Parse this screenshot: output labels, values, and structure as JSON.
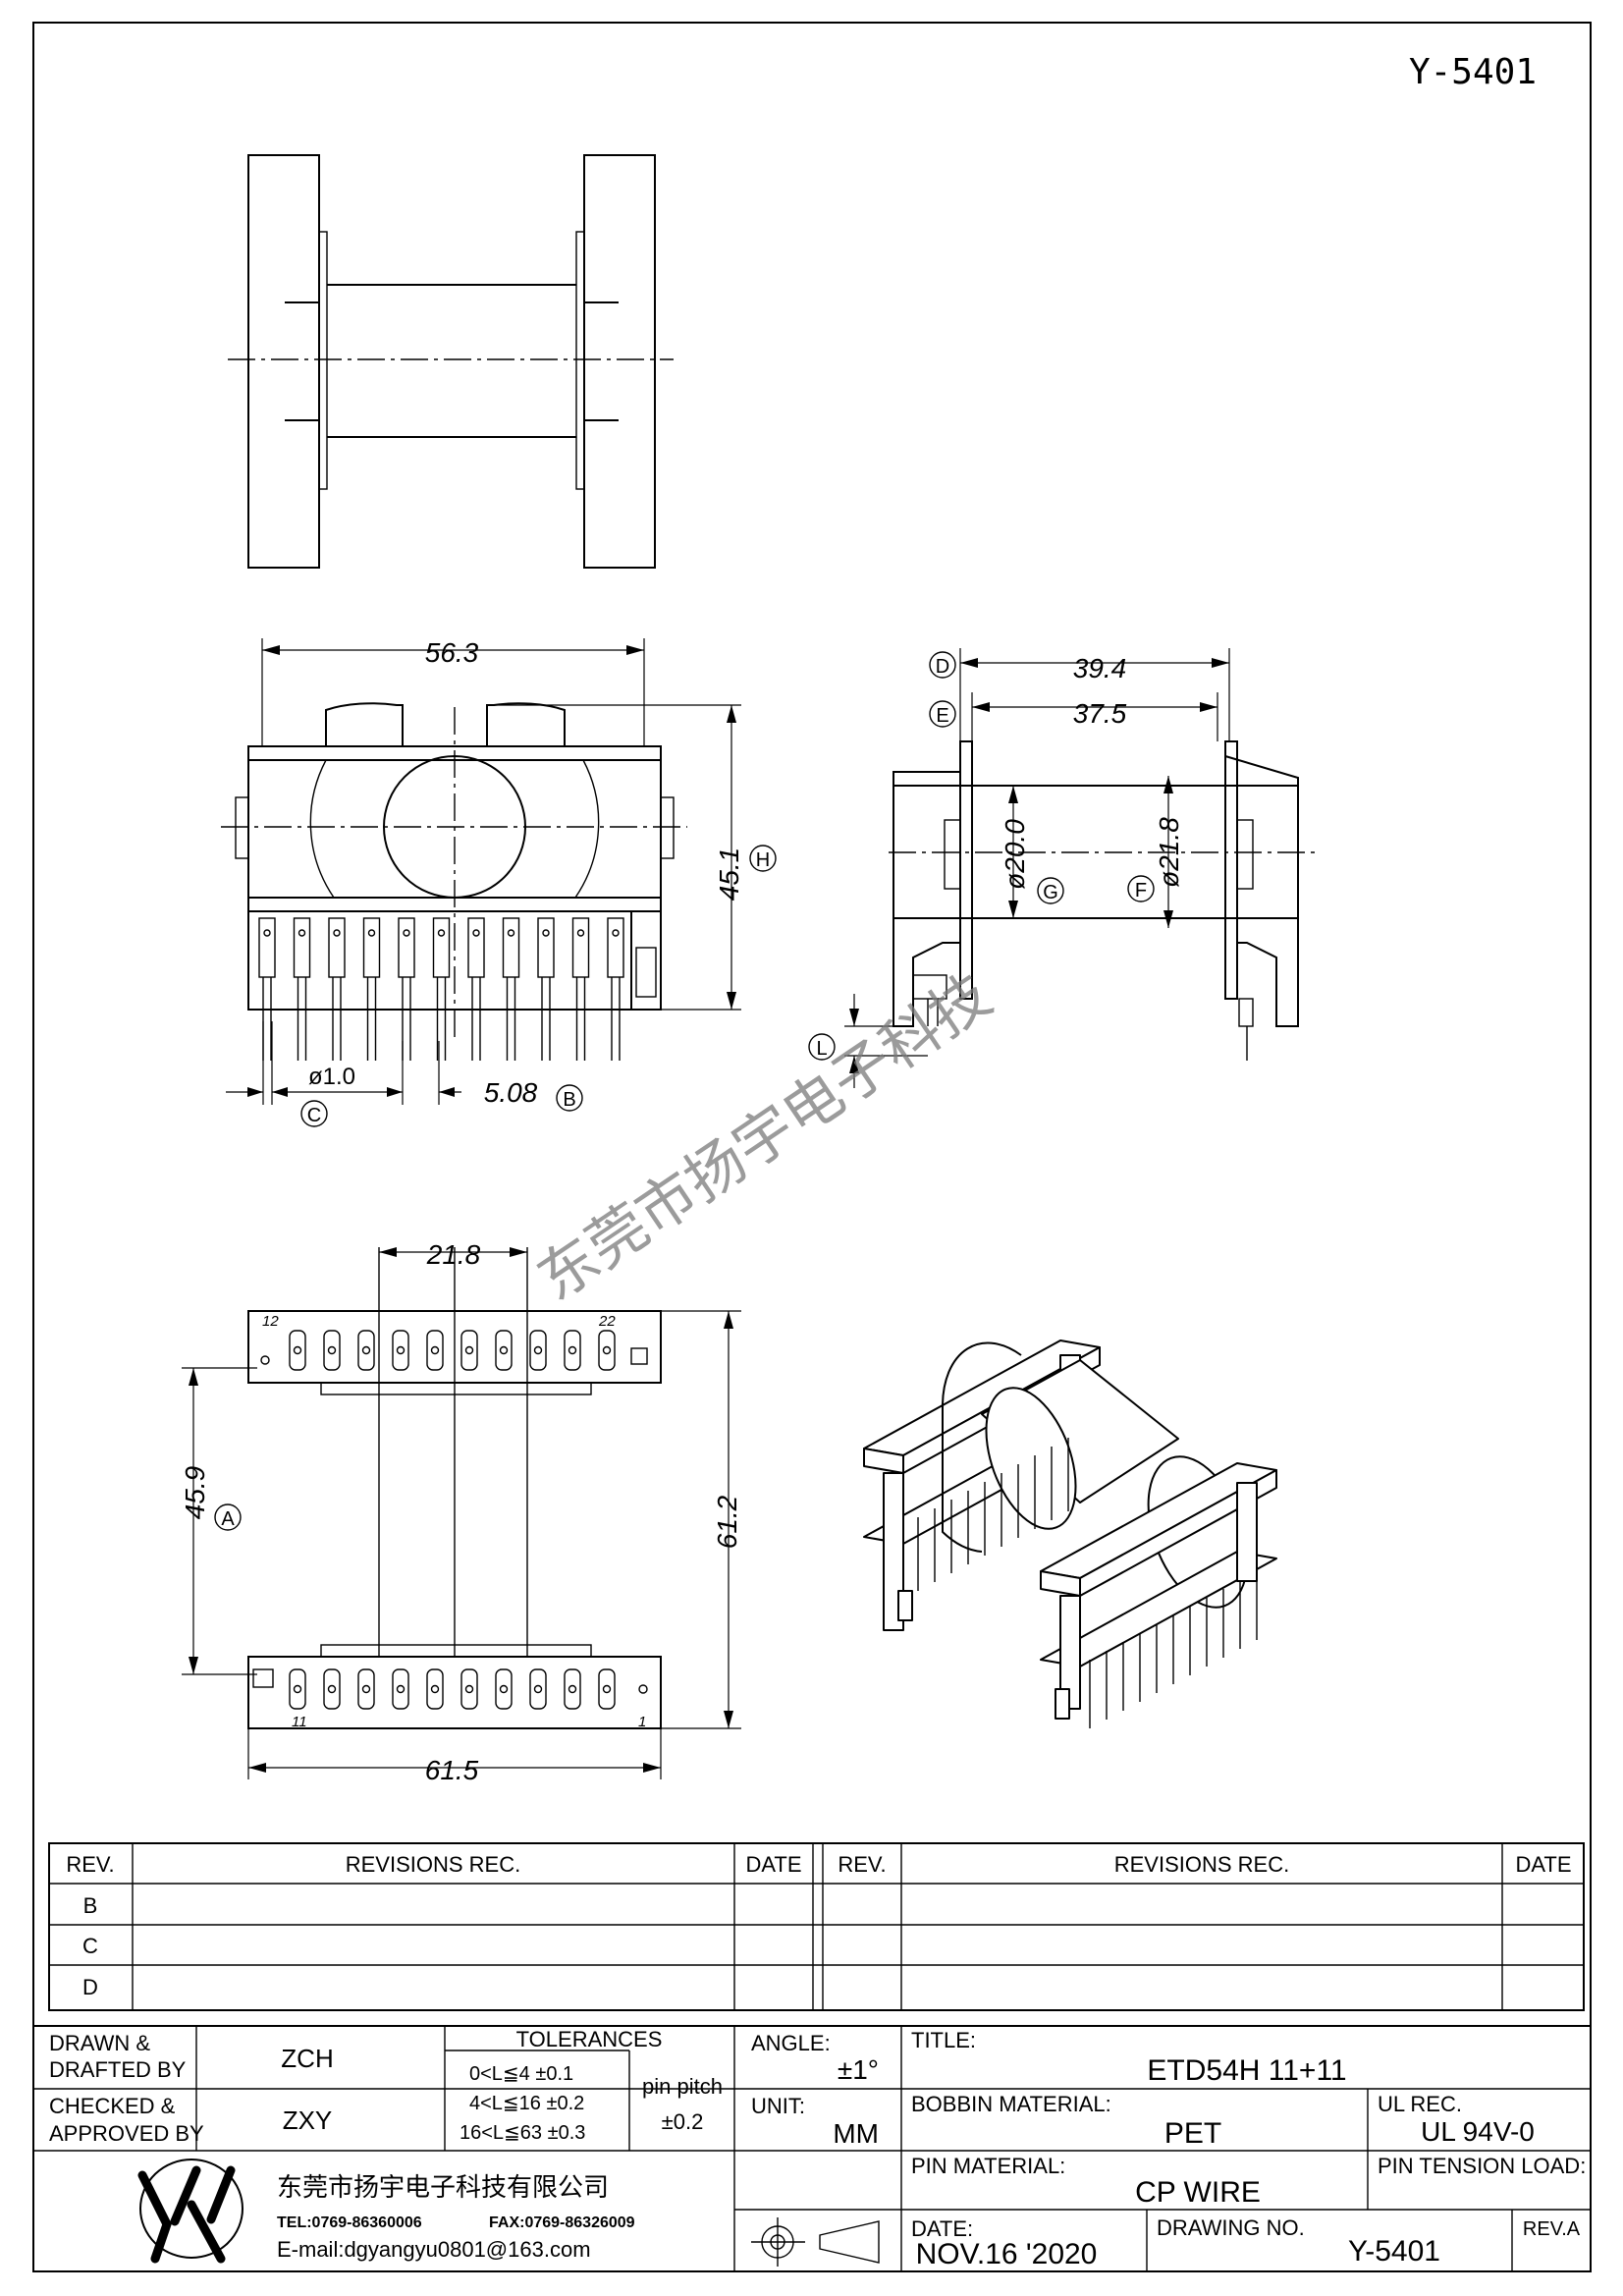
{
  "drawing": {
    "number": "Y-5401",
    "watermark": "东莞市扬宇电子科技",
    "dims": {
      "top_width": "56.3",
      "height_h": "45.1",
      "label_h": "H",
      "pin_dia": "ø1.0",
      "label_c": "C",
      "pitch": "5.08",
      "label_b": "B",
      "d_39": "39.4",
      "label_d": "D",
      "d_37": "37.5",
      "label_e": "E",
      "dia_20": "ø20.0",
      "label_g": "G",
      "dia_21": "ø21.8",
      "label_f": "F",
      "label_l": "L",
      "bottom_21": "21.8",
      "span_45": "45.9",
      "label_a": "A",
      "span_61_2": "61.2",
      "width_61_5": "61.5",
      "pin_12": "12",
      "pin_22": "22",
      "pin_11": "11",
      "pin_1": "1"
    }
  },
  "revisions": {
    "h_rev": "REV.",
    "h_rec": "REVISIONS   REC.",
    "h_date": "DATE",
    "rows": [
      "B",
      "C",
      "D"
    ]
  },
  "title_block": {
    "drawn_label_1": "DRAWN &",
    "drawn_label_2": "DRAFTED BY",
    "drawn_value": "ZCH",
    "checked_label_1": "CHECKED &",
    "checked_label_2": "APPROVED BY",
    "checked_value": "ZXY",
    "tolerances": "TOLERANCES",
    "tol_1": "0<L≦4    ±0.1",
    "tol_2": "4<L≦16  ±0.2",
    "tol_3": "16<L≦63 ±0.3",
    "pin_pitch": "pin  pitch",
    "pin_pitch_tol": "±0.2",
    "angle_label": "ANGLE:",
    "angle_value": "±1°",
    "unit_label": "UNIT:",
    "unit_value": "MM",
    "title_label": "TITLE:",
    "title_value": "ETD54H  11+11",
    "bobbin_label": "BOBBIN  MATERIAL:",
    "bobbin_value": "PET",
    "ul_label": "UL  REC.",
    "ul_value": "UL  94V-0",
    "pin_mat_label": "PIN  MATERIAL:",
    "pin_mat_value": "CP  WIRE",
    "tension_label": "PIN  TENSION  LOAD:",
    "company": "东莞市扬宇电子科技有限公司",
    "tel": "TEL:0769-86360006",
    "fax": "FAX:0769-86326009",
    "email": "E-mail:dgyangyu0801@163.com",
    "date_label": "DATE:",
    "date_value": "NOV.16  '2020",
    "drawing_no_label": "DRAWING  NO.",
    "drawing_no_value": "Y-5401",
    "rev_label": "REV.A"
  }
}
